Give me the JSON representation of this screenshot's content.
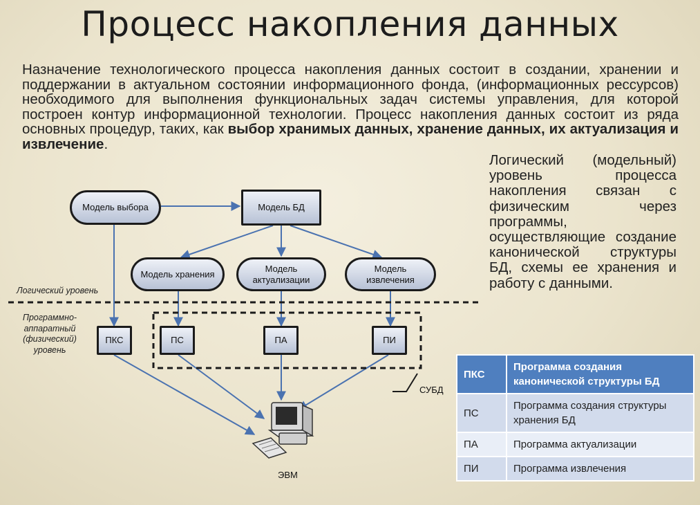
{
  "title": "Процесс накопления данных",
  "intro": {
    "text": "Назначение технологического процесса накопления данных состоит в создании, хранении и поддержании в актуальном состоянии информационного фонда, (информационных ресcурсов) необходимого для выполнения функциональных задач системы управления, для которой построен контур информационной технологии. Процесс накопления данных состоит из ряда основных процедур, таких, как ",
    "bold": "выбор хранимых данных, хранение данных, их актуализация и извлечение",
    "end": "."
  },
  "sidenote": "Логический (модельный) уровень процесса накопления связан с физическим через программы, осуществляющие создание канонической структуры БД, схемы ее хранения и работу с данными.",
  "diagram": {
    "nodes": {
      "model_select": "Модель выбора",
      "model_db": "Модель БД",
      "model_store": "Модель хранения",
      "model_update": "Модель актуализации",
      "model_extract": "Модель извлечения",
      "pks": "ПКС",
      "ps": "ПС",
      "pa": "ПА",
      "pi": "ПИ"
    },
    "logical_level": "Логический уровень",
    "physical_level": "Программно-аппаратный (физический) уровень",
    "dbms": "СУБД",
    "computer": "ЭВМ"
  },
  "legend": [
    {
      "abbr": "ПКС",
      "desc": "Программа создания канонической структуры БД"
    },
    {
      "abbr": "ПС",
      "desc": "Программа создания структуры хранения БД"
    },
    {
      "abbr": "ПА",
      "desc": "Программа актуализации"
    },
    {
      "abbr": "ПИ",
      "desc": "Программа извлечения"
    }
  ]
}
